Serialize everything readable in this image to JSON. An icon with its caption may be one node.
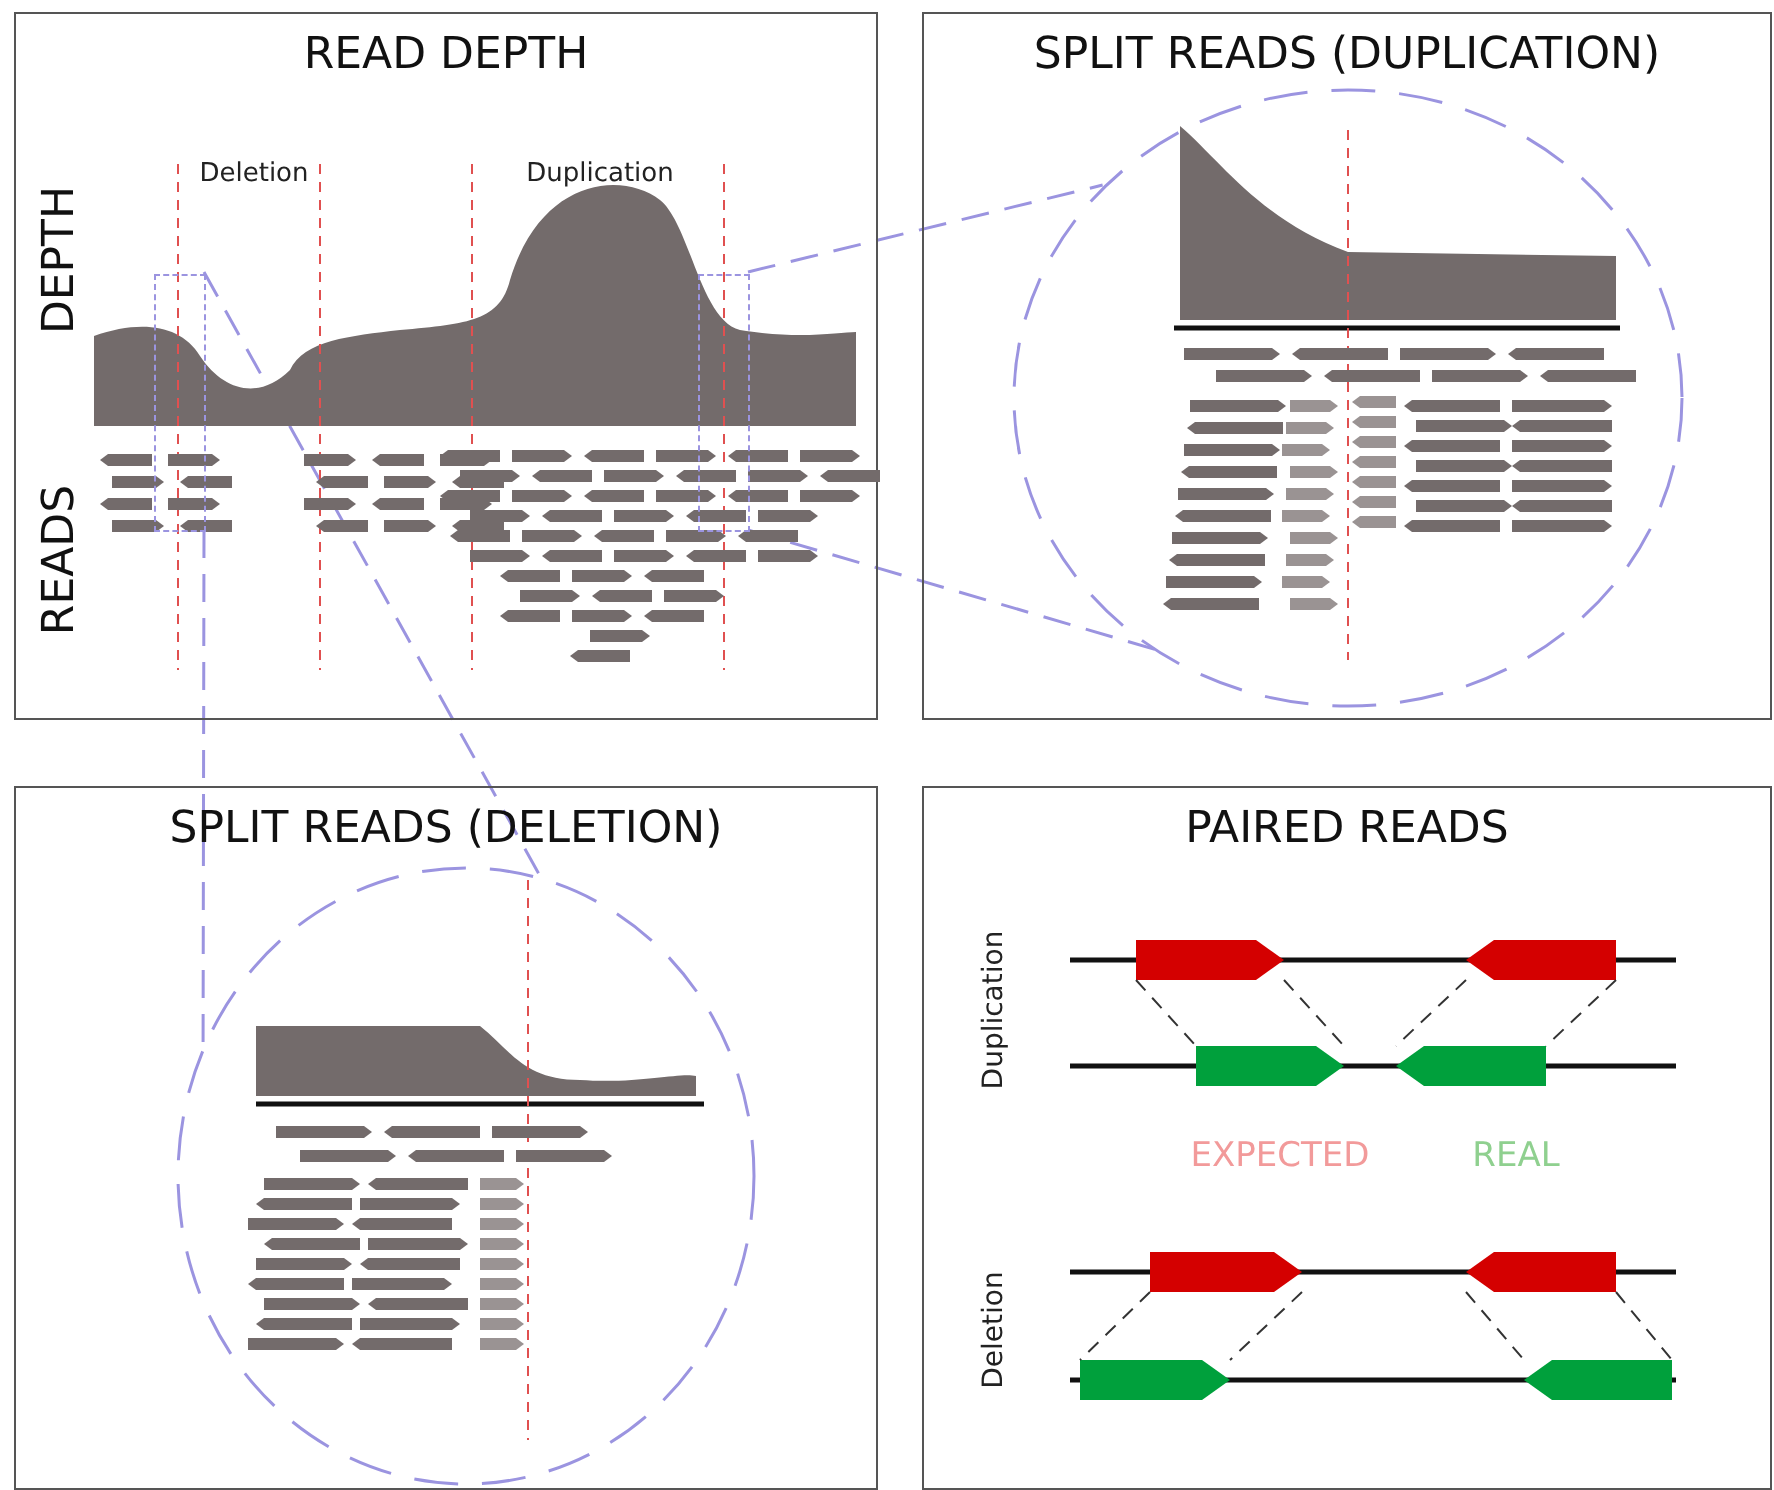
{
  "diagram": {
    "nodes": [
      {
        "text": [
          "READ DEPTH"
        ]
      },
      {
        "text": [
          "SPLIT READS (DUPLICATION)"
        ]
      },
      {
        "text": [
          "SPLIT READS (DELETION)"
        ]
      },
      {
        "text": [
          "PAIRED READS"
        ]
      },
      {
        "text": [],
        "shape": "box",
        "in": 0
      },
      {
        "text": [],
        "shape": "box",
        "in": 0
      },
      {
        "text": [],
        "shape": "circle",
        "in": 1
      },
      {
        "text": [],
        "shape": "circle",
        "in": 2
      }
    ],
    "edges": [
      {
        "from": 5,
        "to": 6,
        "arrow": "none",
        "style": "dashed"
      },
      {
        "from": 5,
        "to": 6,
        "arrow": "none",
        "style": "dashed"
      },
      {
        "from": 4,
        "to": 7,
        "arrow": "none",
        "style": "dashed"
      },
      {
        "from": 4,
        "to": 7,
        "arrow": "none",
        "style": "dashed"
      }
    ],
    "labels": [
      "Deletion",
      "Duplication",
      "DEPTH",
      "READS",
      "Duplication",
      "EXPECTED",
      "REAL",
      "Deletion"
    ]
  }
}
